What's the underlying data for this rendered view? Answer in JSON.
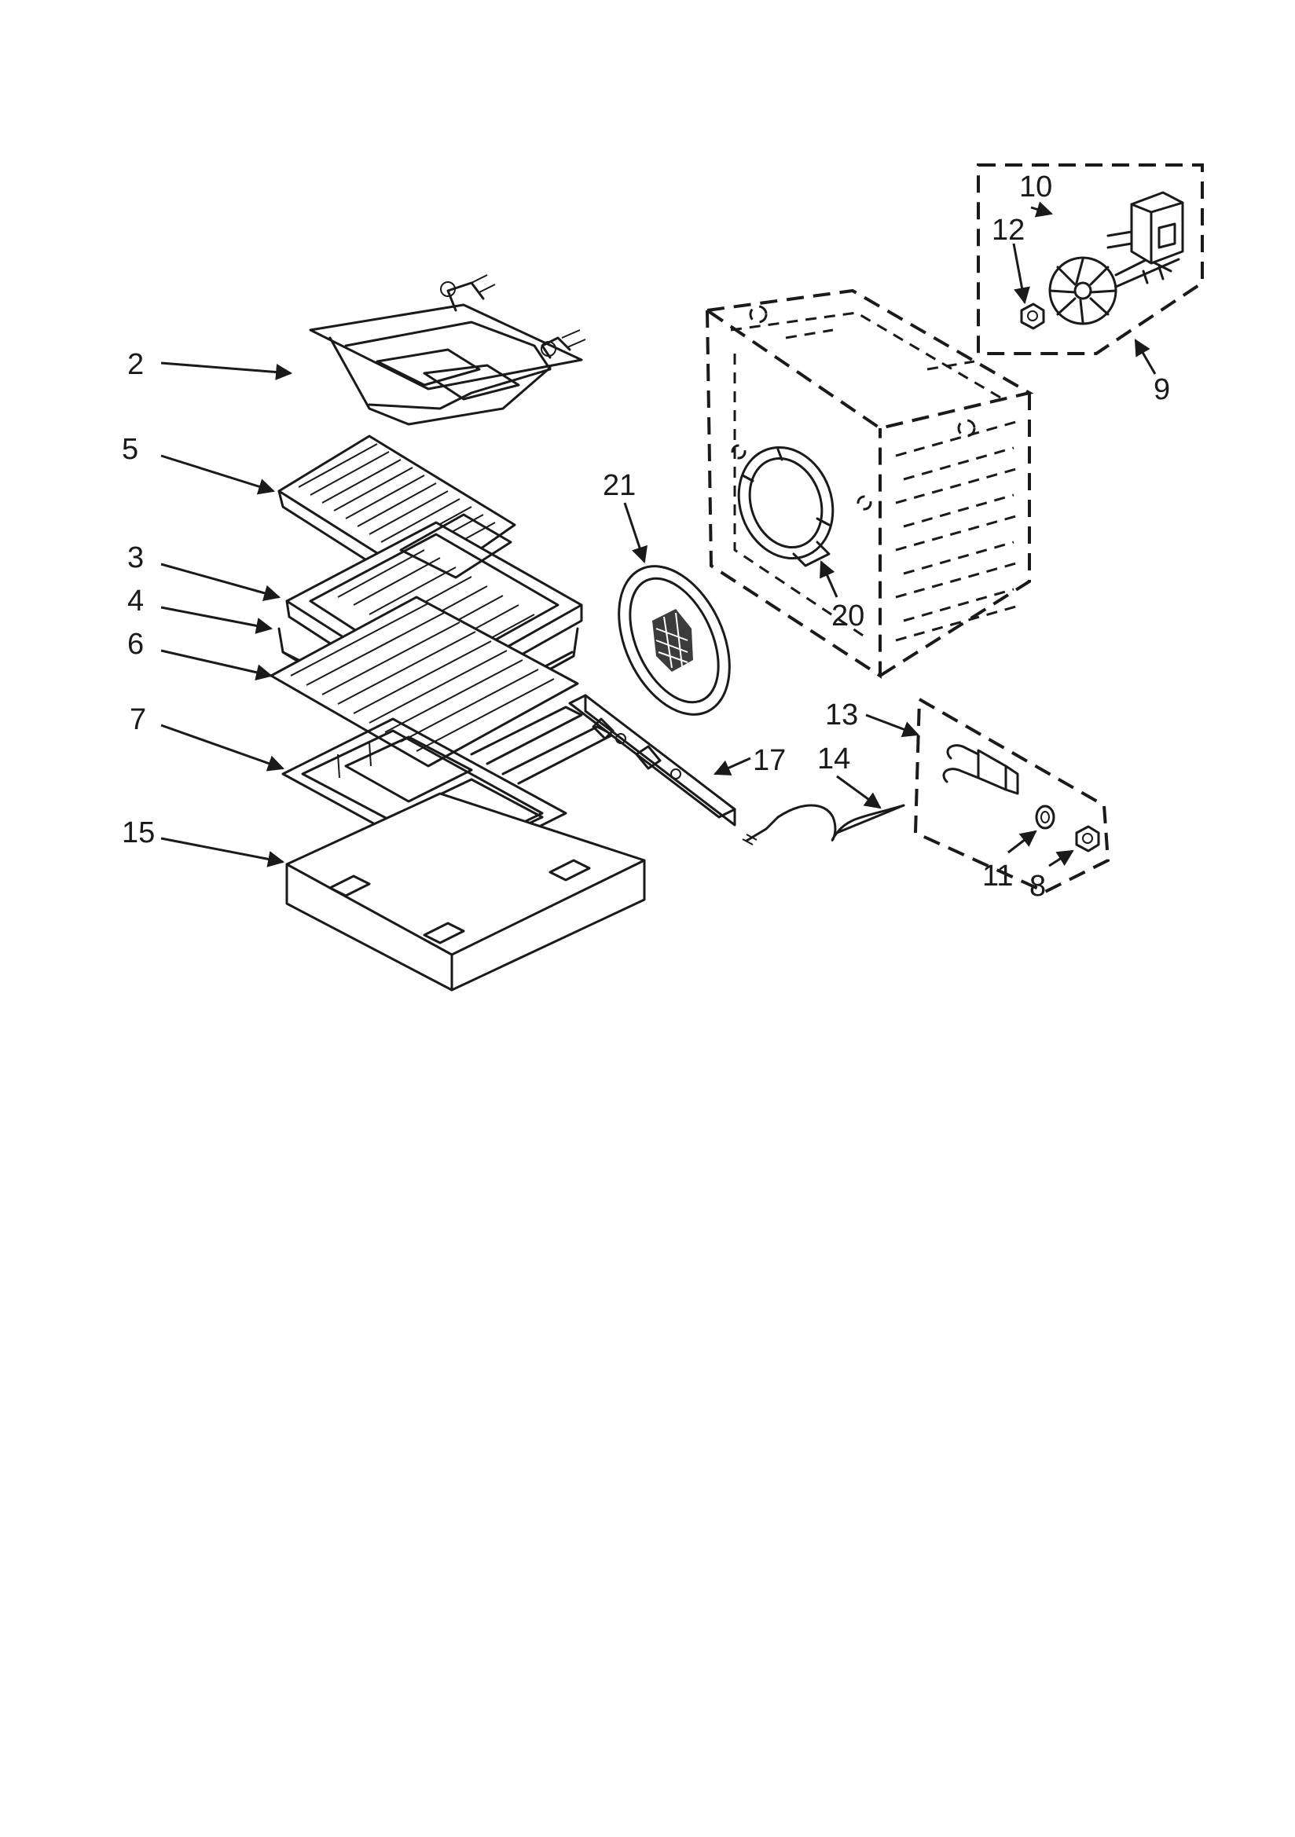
{
  "diagram": {
    "callouts": {
      "c2": "2",
      "c5": "5",
      "c3": "3",
      "c4": "4",
      "c6": "6",
      "c7": "7",
      "c15": "15",
      "c21": "21",
      "c20": "20",
      "c17": "17",
      "c14": "14",
      "c13": "13",
      "c11": "11",
      "c8": "8",
      "c10": "10",
      "c12": "12",
      "c9": "9"
    }
  }
}
